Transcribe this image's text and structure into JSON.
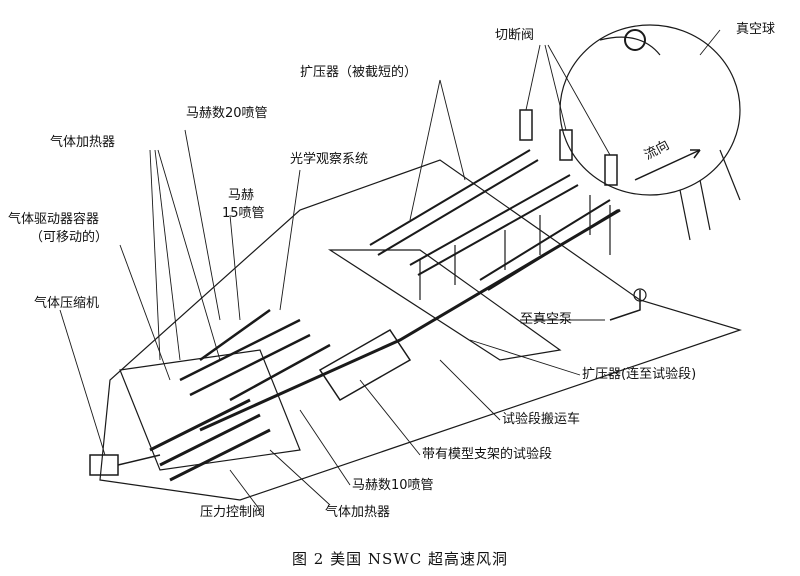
{
  "caption": "图 2   美国 NSWC 超高速风洞",
  "labels": {
    "vacuum_sphere": "真空球",
    "shutoff_valve": "切断阀",
    "diffuser_cut": "扩压器（被截短的）",
    "mach20_nozzle": "马赫数20喷管",
    "gas_heater_top": "气体加热器",
    "optical_system": "光学观察系统",
    "mach15_line1": "马赫",
    "mach15_line2": "15喷管",
    "gas_drive_vessel_line1": "气体驱动器容器",
    "gas_drive_vessel_line2": "（可移动的）",
    "gas_compressor": "气体压缩机",
    "flow_direction": "流向",
    "to_vacuum_pump": "至真空泵",
    "diffuser_to_test": "扩压器(连至试验段)",
    "test_section_cart": "试验段搬运车",
    "test_section_model": "带有模型支架的试验段",
    "mach10_nozzle": "马赫数10喷管",
    "pressure_valve": "压力控制阀",
    "gas_heater_bottom": "气体加热器"
  }
}
